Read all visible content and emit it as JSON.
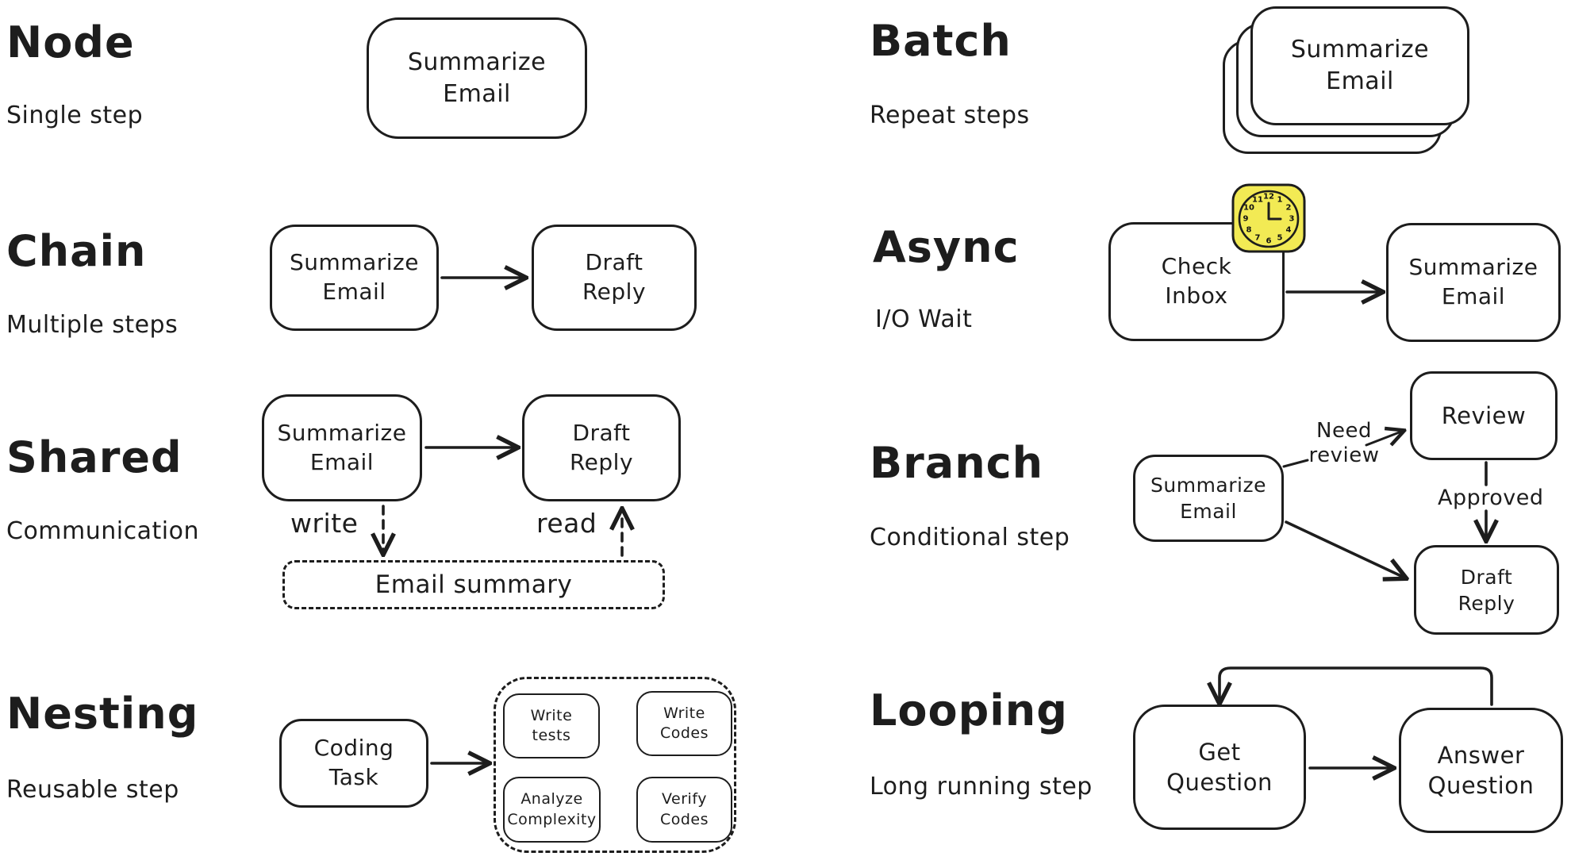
{
  "colors": {
    "ink": "#1d1d1d",
    "clock_fill": "#f2ea54",
    "background": "#ffffff"
  },
  "diagram": {
    "node": {
      "title": "Node",
      "subtitle": "Single step",
      "step": "Summarize\nEmail"
    },
    "batch": {
      "title": "Batch",
      "subtitle": "Repeat steps",
      "step": "Summarize\nEmail"
    },
    "chain": {
      "title": "Chain",
      "subtitle": "Multiple steps",
      "step1": "Summarize\nEmail",
      "step2": "Draft\nReply"
    },
    "async": {
      "title": "Async",
      "subtitle": "I/O Wait",
      "step1": "Check\nInbox",
      "step2": "Summarize\nEmail",
      "clock_numbers": [
        "12",
        "1",
        "2",
        "3",
        "4",
        "5",
        "6",
        "7",
        "8",
        "9",
        "10",
        "11"
      ]
    },
    "shared": {
      "title": "Shared",
      "subtitle": "Communication",
      "step1": "Summarize\nEmail",
      "step2": "Draft\nReply",
      "store": "Email summary",
      "write_label": "write",
      "read_label": "read"
    },
    "branch": {
      "title": "Branch",
      "subtitle": "Conditional step",
      "step1": "Summarize\nEmail",
      "review_step": "Review",
      "step2": "Draft\nReply",
      "need_review_label": "Need\nreview",
      "approved_label": "Approved"
    },
    "nesting": {
      "title": "Nesting",
      "subtitle": "Reusable step",
      "outer_step": "Coding\nTask",
      "inner_step1": "Write\ntests",
      "inner_step2": "Write\nCodes",
      "inner_step3": "Verify\nCodes",
      "inner_step4": "Analyze\nComplexity"
    },
    "looping": {
      "title": "Looping",
      "subtitle": "Long running step",
      "step1": "Get\nQuestion",
      "step2": "Answer\nQuestion"
    }
  }
}
